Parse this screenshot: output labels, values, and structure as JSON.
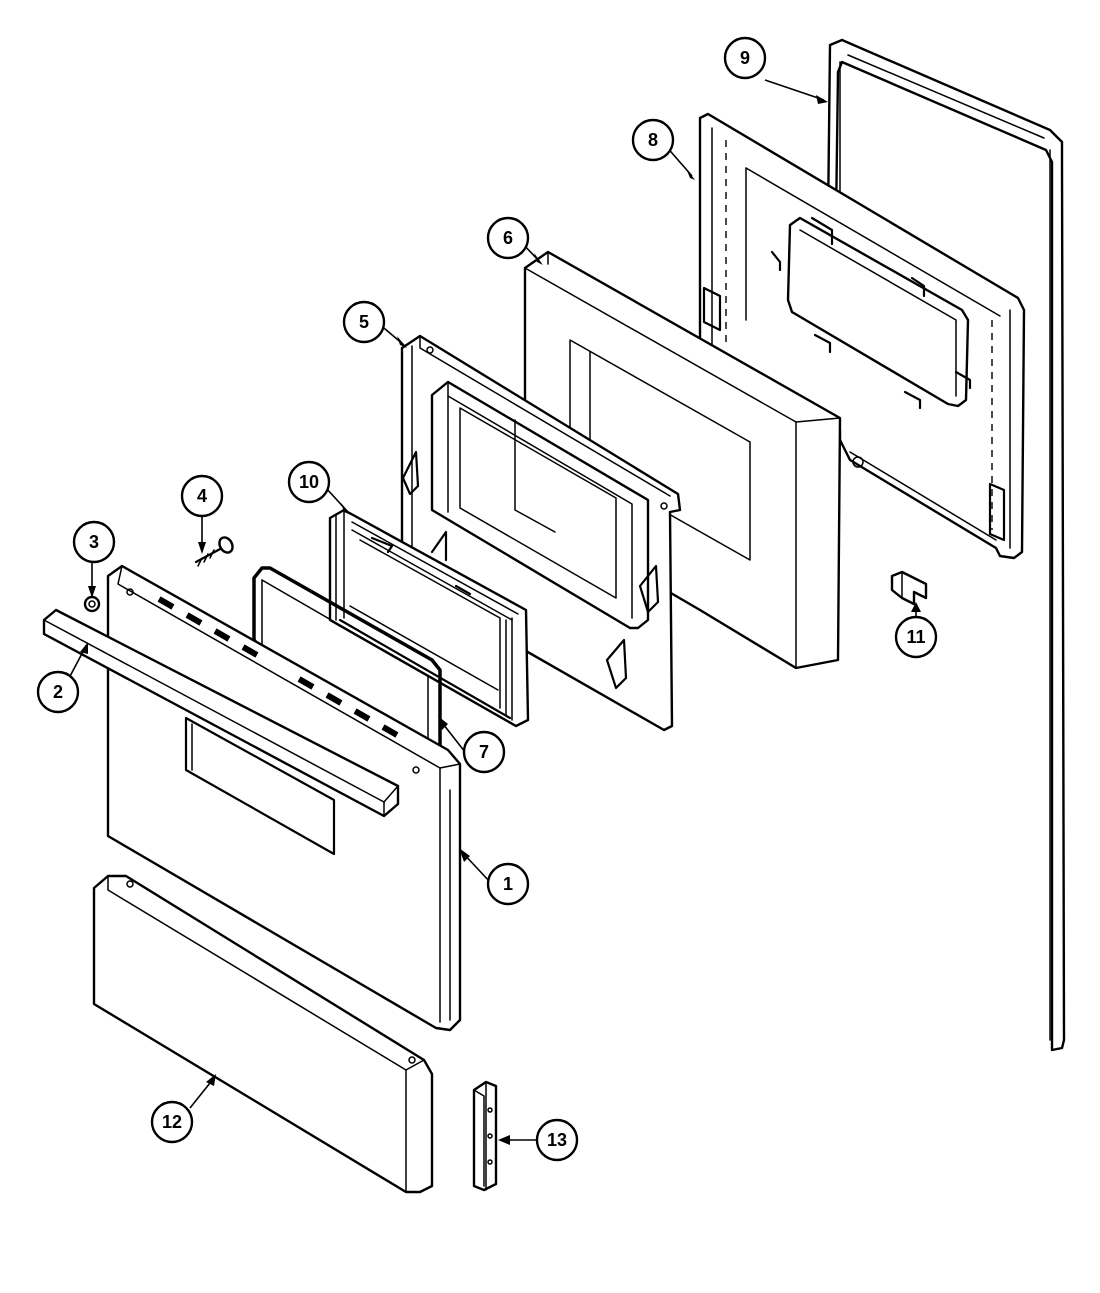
{
  "diagram": {
    "callouts": [
      {
        "id": "c1",
        "label": "1"
      },
      {
        "id": "c2",
        "label": "2"
      },
      {
        "id": "c3",
        "label": "3"
      },
      {
        "id": "c4",
        "label": "4"
      },
      {
        "id": "c5",
        "label": "5"
      },
      {
        "id": "c6",
        "label": "6"
      },
      {
        "id": "c7",
        "label": "7"
      },
      {
        "id": "c8",
        "label": "8"
      },
      {
        "id": "c9",
        "label": "9"
      },
      {
        "id": "c10",
        "label": "10"
      },
      {
        "id": "c11",
        "label": "11"
      },
      {
        "id": "c12",
        "label": "12"
      },
      {
        "id": "c13",
        "label": "13"
      }
    ]
  }
}
